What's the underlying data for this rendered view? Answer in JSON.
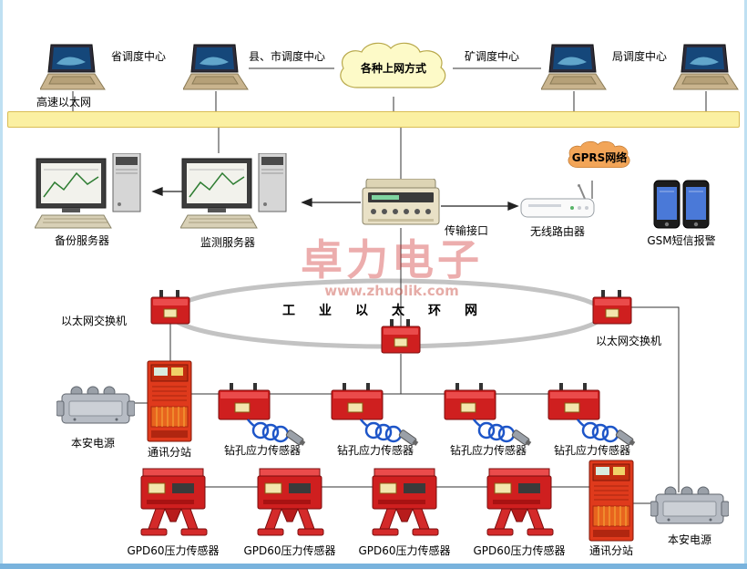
{
  "page": {
    "watermark_title": "卓力电子",
    "watermark_url": "www.zhuolik.com"
  },
  "top_row": {
    "centers": [
      {
        "label": "省调度中心"
      },
      {
        "label": "县、市调度中心"
      },
      {
        "label": "矿调度中心"
      },
      {
        "label": "局调度中心"
      }
    ],
    "cloud_label": "各种上网方式",
    "ethernet_label": "高速以太网"
  },
  "server_row": {
    "backup_server": "备份服务器",
    "monitor_server": "监测服务器",
    "transmission_interface": "传输接口",
    "wireless_router": "无线路由器",
    "gprs_cloud": "GPRS网络",
    "gsm_alarm": "GSM短信报警"
  },
  "ring": {
    "label": "工业以太环网",
    "switch_left": "以太网交换机",
    "switch_right": "以太网交换机"
  },
  "sensor_row": {
    "power_left": "本安电源",
    "substation_left": "通讯分站",
    "sensors": [
      {
        "label": "钻孔应力传感器"
      },
      {
        "label": "钻孔应力传感器"
      },
      {
        "label": "钻孔应力传感器"
      },
      {
        "label": "钻孔应力传感器"
      }
    ]
  },
  "bottom_row": {
    "sensors": [
      {
        "label": "GPD60压力传感器"
      },
      {
        "label": "GPD60压力传感器"
      },
      {
        "label": "GPD60压力传感器"
      },
      {
        "label": "GPD60压力传感器"
      }
    ],
    "substation_right": "通讯分站",
    "power_right": "本安电源"
  },
  "icons": {
    "laptop": "laptop-icon",
    "workstation": "workstation-icon",
    "cloud": "cloud-icon",
    "transmission": "transmission-device-icon",
    "router": "wireless-router-icon",
    "phones": "gsm-phone-icon",
    "switch": "ethernet-switch-icon",
    "cabinet": "substation-cabinet-icon",
    "power": "power-supply-icon",
    "drill_sensor": "stress-sensor-icon",
    "gpd_sensor": "pressure-sensor-icon"
  },
  "colors": {
    "bus_yellow": "#FBF0A2",
    "cloud_yellow": "#FDFAC8",
    "gprs_orange": "#F2A558",
    "device_red": "#CF1F1F",
    "ring_gray": "#C3C3C3",
    "border_blue": "#79B3DD"
  }
}
